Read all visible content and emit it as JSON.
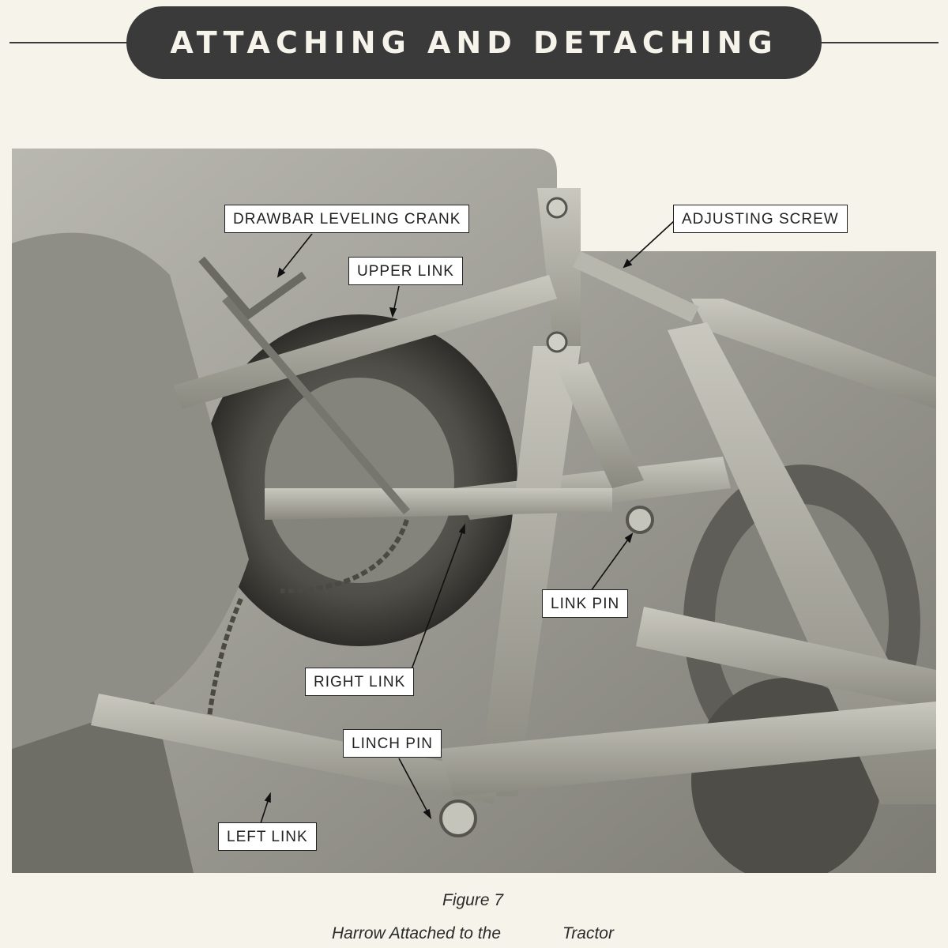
{
  "header": {
    "title": "ATTACHING AND DETACHING"
  },
  "figure": {
    "labels": {
      "drawbar_leveling_crank": "DRAWBAR LEVELING CRANK",
      "adjusting_screw": "ADJUSTING SCREW",
      "upper_link": "UPPER LINK",
      "link_pin": "LINK PIN",
      "right_link": "RIGHT LINK",
      "linch_pin": "LINCH PIN",
      "left_link": "LEFT LINK"
    },
    "caption_number": "Figure 7",
    "caption_text_left": "Harrow Attached to the",
    "caption_text_right": "Tractor"
  },
  "colors": {
    "header_fill": "#3a3a3a",
    "paper": "#f6f3ea",
    "photo_tone": "#8c8c82"
  }
}
